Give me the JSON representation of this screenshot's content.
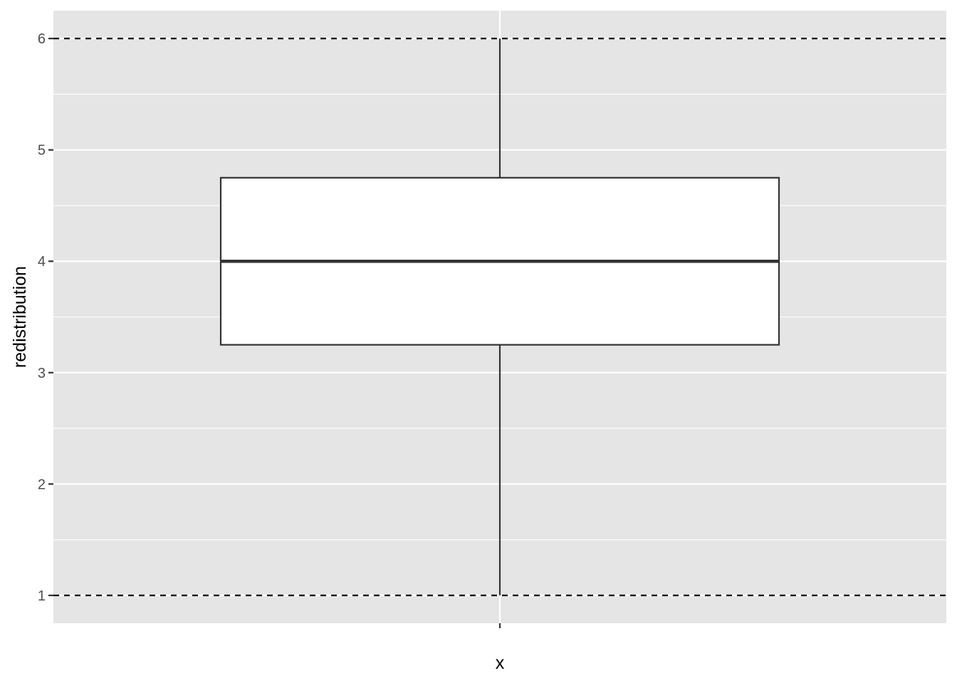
{
  "chart_data": {
    "type": "boxplot",
    "title": "",
    "xlabel": "x",
    "ylabel": "redistribution",
    "ylim": [
      0.75,
      6.25
    ],
    "y_ticks": [
      1,
      2,
      3,
      4,
      5,
      6
    ],
    "y_minor_ticks": [
      1.5,
      2.5,
      3.5,
      4.5,
      5.5
    ],
    "x_tick_labels": [
      ""
    ],
    "box": {
      "whisker_low": 1,
      "q1": 3.25,
      "median": 4,
      "q3": 4.75,
      "whisker_high": 6
    },
    "reference_lines": [
      {
        "y": 1,
        "style": "dashed"
      },
      {
        "y": 6,
        "style": "dashed"
      }
    ],
    "grid": true,
    "legend": "none"
  },
  "colors": {
    "panel_background": "#e5e5e5",
    "grid_line": "#ffffff",
    "box_fill": "#ffffff",
    "box_stroke": "#333333",
    "reference_line": "#000000",
    "tick_mark": "#333333"
  }
}
